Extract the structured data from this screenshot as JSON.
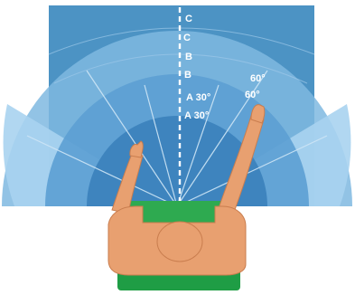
{
  "diagram": {
    "zone_labels": {
      "c_outer": "C",
      "c_inner": "C",
      "b_outer": "B",
      "b_inner": "B",
      "a_outer": "A 30°",
      "a_inner": "A 30°"
    },
    "angle_labels": {
      "outer": "60°",
      "inner": "60°"
    },
    "colors": {
      "background_rect": "#4c93c4",
      "zone_c_band": "#7fb8e0",
      "zone_b_band": "#5c9ed3",
      "zone_a_band": "#3c83bd",
      "sector_60_light": "#a9d3f0",
      "sector_lines": "#cfe6f6",
      "skin": "#e8a070",
      "skin_shadow": "#c97d4e",
      "chair": "#1f9d45",
      "desk": "#2eaa50",
      "centerline": "#ffffff"
    }
  }
}
